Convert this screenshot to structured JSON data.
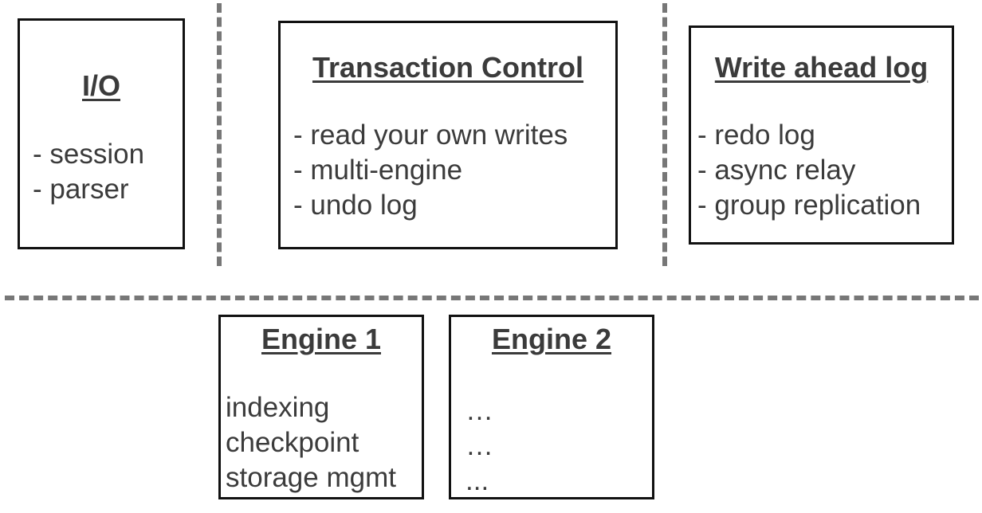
{
  "boxes": {
    "io": {
      "title": "I/O",
      "items": [
        "- session",
        "- parser"
      ]
    },
    "transaction": {
      "title": "Transaction Control",
      "items": [
        "- read your own writes",
        "- multi-engine",
        "- undo log"
      ]
    },
    "wal": {
      "title": "Write ahead log",
      "items": [
        "- redo log",
        "- async relay",
        "- group replication"
      ]
    },
    "engine1": {
      "title": "Engine 1",
      "items": [
        "indexing",
        "checkpoint",
        "storage mgmt"
      ]
    },
    "engine2": {
      "title": "Engine 2",
      "items": [
        "…",
        "…",
        "..."
      ]
    }
  },
  "colors": {
    "box_border": "#111111",
    "text": "#3b3b3b",
    "divider": "#777777"
  }
}
